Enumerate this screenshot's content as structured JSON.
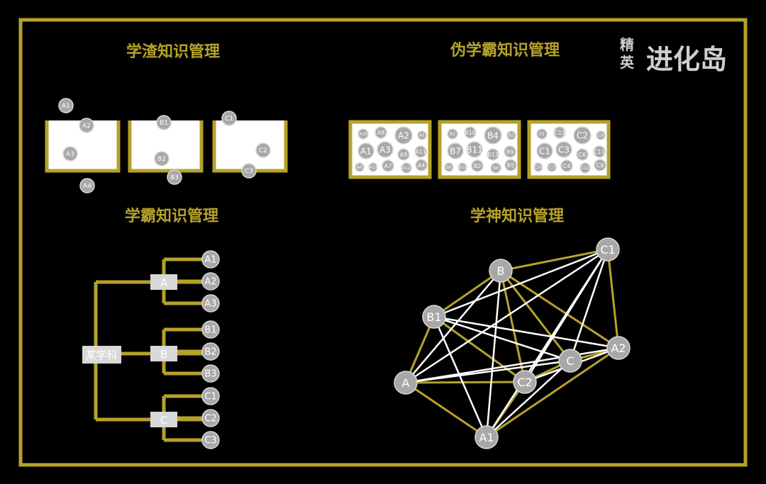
{
  "colors": {
    "accent": "#b5a22a",
    "node": "#a8a8a8",
    "node_stroke": "#d8d8d8",
    "paper": "#ffffff",
    "bg": "#000000",
    "logo": "#cfcfcf"
  },
  "logo": {
    "top": "精英",
    "main": "进化岛"
  },
  "sections": {
    "xuezha": {
      "title": "学渣知识管理",
      "boxes": [
        {
          "nodes": [
            {
              "id": "A1",
              "out": true
            },
            {
              "id": "A2"
            },
            {
              "id": "A3"
            },
            {
              "id": "A4",
              "out": true
            }
          ]
        },
        {
          "nodes": [
            {
              "id": "B1"
            },
            {
              "id": "B2"
            },
            {
              "id": "B3",
              "out": true
            }
          ]
        },
        {
          "nodes": [
            {
              "id": "C1"
            },
            {
              "id": "C2"
            },
            {
              "id": "C3"
            }
          ]
        }
      ]
    },
    "weixueba": {
      "title": "伪学霸知识管理",
      "panels": [
        {
          "nodes": [
            "A10",
            "A8",
            "A2",
            "A5",
            "A1",
            "A3",
            "A9",
            "A11",
            "A6",
            "A13",
            "A7",
            "A12",
            "A4"
          ]
        },
        {
          "nodes": [
            "B1",
            "B10",
            "B4",
            "B3",
            "B7",
            "B11",
            "B13",
            "B9",
            "B6",
            "B12",
            "B2",
            "B8",
            "B5"
          ]
        },
        {
          "nodes": [
            "C5",
            "C13",
            "C2",
            "C9",
            "C1",
            "C3",
            "C6",
            "C11",
            "C10",
            "C7",
            "C4",
            "C12",
            "C8"
          ]
        }
      ]
    },
    "xueba": {
      "title": "学霸知识管理",
      "root": "某学科",
      "branches": [
        {
          "label": "A",
          "leaves": [
            "A1",
            "A2",
            "A3"
          ]
        },
        {
          "label": "B",
          "leaves": [
            "B1",
            "B2",
            "B3"
          ]
        },
        {
          "label": "C",
          "leaves": [
            "C1",
            "C2",
            "C3"
          ]
        }
      ]
    },
    "xueshen": {
      "title": "学神知识管理",
      "nodes": [
        "C1",
        "B",
        "B1",
        "C",
        "A2",
        "A",
        "C2",
        "A1"
      ]
    }
  }
}
